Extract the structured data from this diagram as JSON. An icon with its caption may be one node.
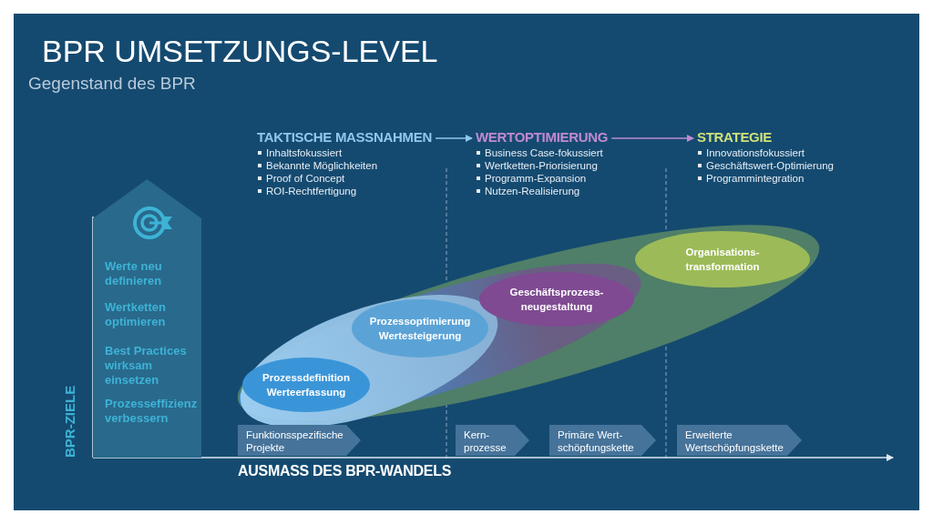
{
  "diagram": {
    "title": "BPR UMSETZUNGS-LEVEL",
    "nodes": [
      {
        "text": [
          "TAKTISCHE MASSNAHMEN",
          "Inhaltsfokussiert",
          "Bekannte Möglichkeiten",
          "Proof of Concept",
          "ROI-Rechtfertigung"
        ]
      },
      {
        "text": [
          "WERTOPTIMIERUNG",
          "Business Case-fokussiert",
          "Wertketten-Priorisierung",
          "Programm-Expansion",
          "Nutzen-Realisierung"
        ]
      },
      {
        "text": [
          "STRATEGIE",
          "Innovationsfokussiert",
          "Geschäftswert-Optimierung",
          "Programmintegration"
        ]
      },
      {
        "text": [
          "Werte neu definieren",
          "Wertketten optimieren",
          "Best Practices wirksam einsetzen",
          "Prozesseffizienz verbessern"
        ]
      },
      {
        "text": [
          "Prozessdefinition Werteerfassung"
        ]
      },
      {
        "text": [
          "Prozessoptimierung Wertesteigerung"
        ]
      },
      {
        "text": [
          "Geschäftsprozess-neugestaltung"
        ]
      },
      {
        "text": [
          "Organisations-transformation"
        ]
      },
      {
        "text": [
          "Funktionsspezifische Projekte"
        ]
      },
      {
        "text": [
          "Kern-prozesse"
        ]
      },
      {
        "text": [
          "Primäre Wert-schöpfungskette"
        ]
      },
      {
        "text": [
          "Erweiterte Wertschöpfungskette"
        ]
      }
    ],
    "edges": [
      {
        "from": 0,
        "to": 1,
        "arrow": "to",
        "color": "#8fc7ef"
      },
      {
        "from": 1,
        "to": 2,
        "arrow": "to",
        "color": "#c08ad0"
      }
    ],
    "labels": [
      "Gegenstand des BPR",
      "BPR-ZIELE",
      "AUSMASS DES BPR-WANDELS"
    ]
  }
}
